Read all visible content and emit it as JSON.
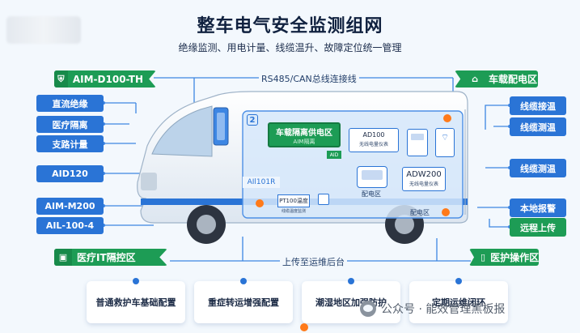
{
  "header": {
    "title": "整车电气安全监测组网",
    "subtitle": "绝缘监测、用电计量、线缆温升、故障定位统一管理"
  },
  "sections": {
    "top_left": "AIM-D100-TH",
    "top_right": "车载配电区",
    "bottom_left": "医疗IT隔控区",
    "bottom_right": "医护操作区"
  },
  "left_buttons": [
    "直流绝缘",
    "医疗隔离",
    "支路计量",
    "AID120",
    "AIM-M200",
    "AIL-100-4"
  ],
  "right_buttons": [
    "线缆接温",
    "线缆测温",
    "线缆测温",
    "本地报警",
    "远程上传"
  ],
  "bus": {
    "top_label": "RS485/CAN总线连接线",
    "bottom_label": "上传至运维后台"
  },
  "cabin": {
    "panel_number": "2",
    "main_panel_title": "车载隔离供电区",
    "main_panel_sub": "AIM隔离",
    "main_panel_tag": "AID",
    "device1_title": "AD100",
    "device1_sub": "无线电量仪表",
    "device2_title": "ADW200",
    "device2_sub": "无线电量仪表",
    "model_label": "AIl101R",
    "device3_label": "PT100温度",
    "device3_sub": "线缆温度监测",
    "zone_label_1": "配电区",
    "zone_label_2": "配电区"
  },
  "cards": [
    "普通救护车基础配置",
    "重症转运增强配置",
    "潮湿地区加强防护",
    "定期运维闭环"
  ],
  "watermark": "公众号 · 能效管理黑板报",
  "colors": {
    "blue": "#2a74d6",
    "green": "#1d9c55",
    "orange": "#ff7a1a",
    "dark_text": "#10213f"
  }
}
